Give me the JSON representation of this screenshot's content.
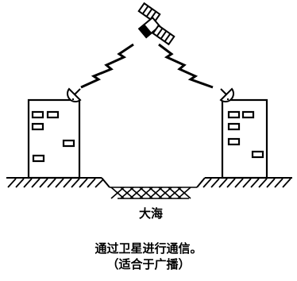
{
  "labels": {
    "sea": "大海",
    "caption_line1": "通过卫星进行通信。",
    "caption_line2": "（适合于广播）"
  },
  "colors": {
    "line": "#000000",
    "background": "#ffffff"
  },
  "icons": [
    "satellite-icon",
    "dish-antenna-icon",
    "lightning-signal-icon",
    "building-icon"
  ]
}
